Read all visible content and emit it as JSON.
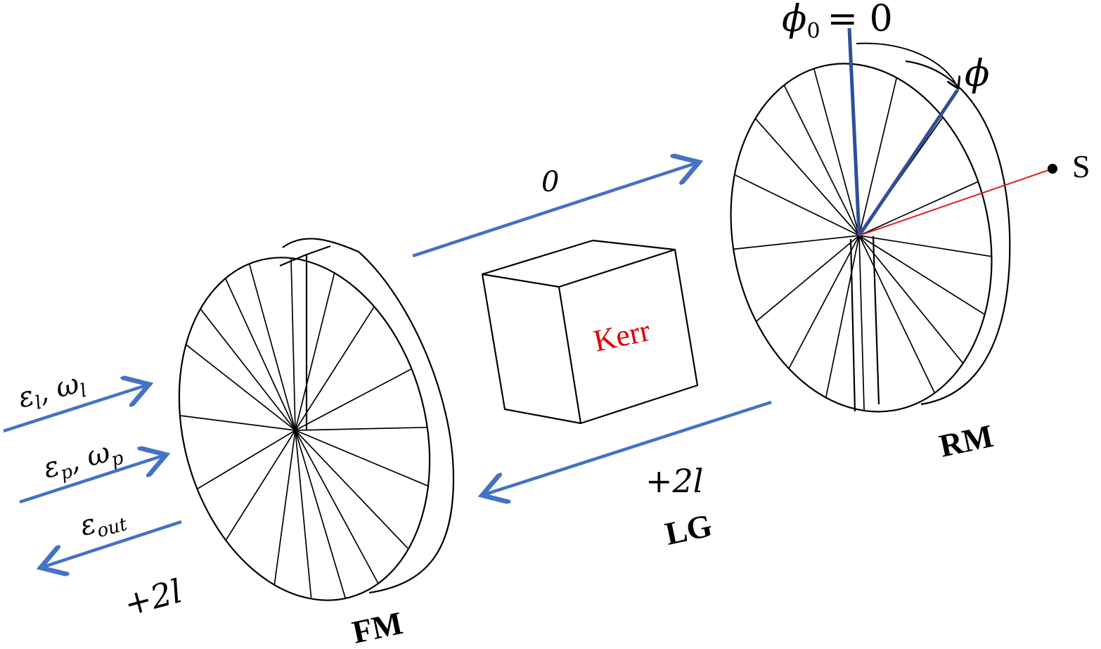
{
  "labels": {
    "phi0": "ϕ",
    "phi0_sub": "0",
    "phi0_eq": "= 0",
    "phi": "ϕ",
    "source": "S",
    "beam_top": "0",
    "kerr": "Kerr",
    "return_charge": "+2l",
    "lg": "LG",
    "rm": "RM",
    "fm": "FM",
    "eps_l": "ε",
    "eps_l_sub": "l",
    "omega_l": ", ω",
    "omega_l_sub": "l",
    "eps_p": "ε",
    "eps_p_sub": "p",
    "omega_p": ", ω",
    "omega_p_sub": "p",
    "eps_out": "ε",
    "eps_out_sub": "out",
    "output_charge": "+2l"
  },
  "colors": {
    "beam": "#4472c4",
    "phi_line": "#2f4f9a",
    "kerr_text": "#e00000",
    "source_line": "#e02020"
  }
}
